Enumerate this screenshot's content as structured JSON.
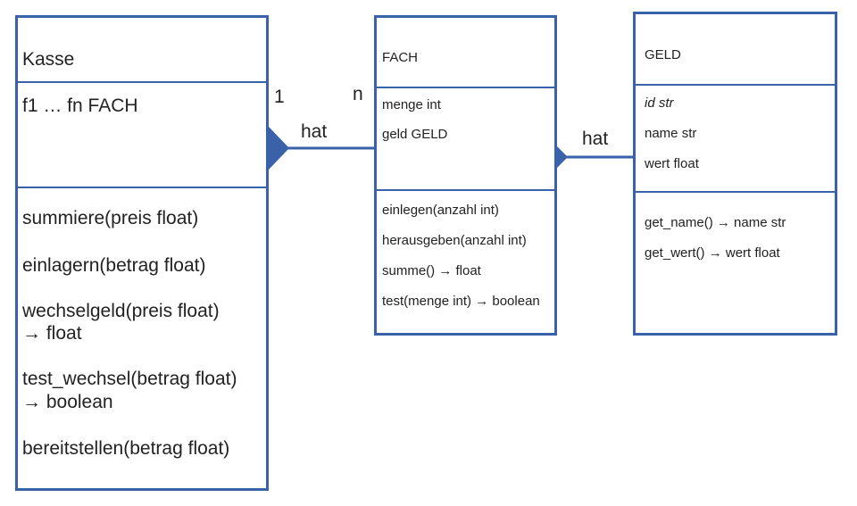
{
  "kasse": {
    "name": "Kasse",
    "attributes": [
      "f1 … fn FACH"
    ],
    "methods": [
      "summiere(preis float)",
      "einlagern(betrag float)",
      "wechselgeld(preis float)",
      "→ float",
      "test_wechsel(betrag float)",
      "→ boolean",
      "bereitstellen(betrag float)"
    ]
  },
  "fach": {
    "name": "FACH",
    "attributes": [
      "menge int",
      "geld GELD"
    ],
    "methods": [
      "einlegen(anzahl int)",
      "herausgeben(anzahl int)",
      "summe() → float",
      "test(menge int) → boolean"
    ]
  },
  "geld": {
    "name": "GELD",
    "attributes": [
      "id str",
      "name str",
      "wert float"
    ],
    "methods": [
      "get_name() → name str",
      "get_wert() → wert float"
    ]
  },
  "relations": [
    {
      "label": "hat",
      "from_multiplicity": "1",
      "to_multiplicity": "n"
    },
    {
      "label": "hat"
    }
  ],
  "colors": {
    "line": "#3a62a8",
    "diamond": "#3a62a8"
  }
}
